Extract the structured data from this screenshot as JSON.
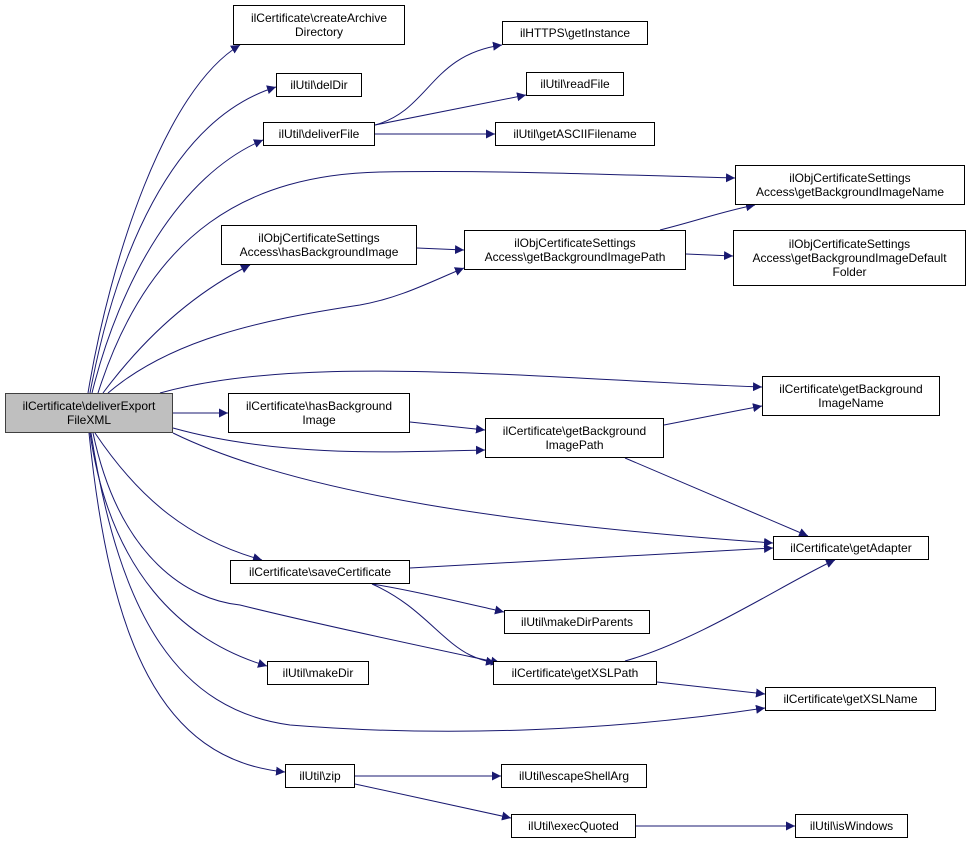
{
  "diagram": {
    "root": {
      "label": "ilCertificate\\deliverExport\nFileXML"
    },
    "nodes": {
      "createArchiveDirectory": "ilCertificate\\createArchive\nDirectory",
      "delDir": "ilUtil\\delDir",
      "deliverFile": "ilUtil\\deliverFile",
      "getInstance": "ilHTTPS\\getInstance",
      "readFile": "ilUtil\\readFile",
      "getASCIIFilename": "ilUtil\\getASCIIFilename",
      "objGetBackgroundImageName": "ilObjCertificateSettings\nAccess\\getBackgroundImageName",
      "objHasBackgroundImage": "ilObjCertificateSettings\nAccess\\hasBackgroundImage",
      "objGetBackgroundImagePath": "ilObjCertificateSettings\nAccess\\getBackgroundImagePath",
      "objGetBackgroundImageDefaultFolder": "ilObjCertificateSettings\nAccess\\getBackgroundImageDefault\nFolder",
      "certGetBackgroundImageName": "ilCertificate\\getBackground\nImageName",
      "certHasBackgroundImage": "ilCertificate\\hasBackground\nImage",
      "certGetBackgroundImagePath": "ilCertificate\\getBackground\nImagePath",
      "getAdapter": "ilCertificate\\getAdapter",
      "saveCertificate": "ilCertificate\\saveCertificate",
      "makeDirParents": "ilUtil\\makeDirParents",
      "makeDir": "ilUtil\\makeDir",
      "getXSLPath": "ilCertificate\\getXSLPath",
      "getXSLName": "ilCertificate\\getXSLName",
      "zip": "ilUtil\\zip",
      "escapeShellArg": "ilUtil\\escapeShellArg",
      "execQuoted": "ilUtil\\execQuoted",
      "isWindows": "ilUtil\\isWindows"
    },
    "colors": {
      "edge": "#191970",
      "root_fill": "#bfbfbf",
      "node_fill": "#ffffff",
      "border": "#000000"
    }
  }
}
